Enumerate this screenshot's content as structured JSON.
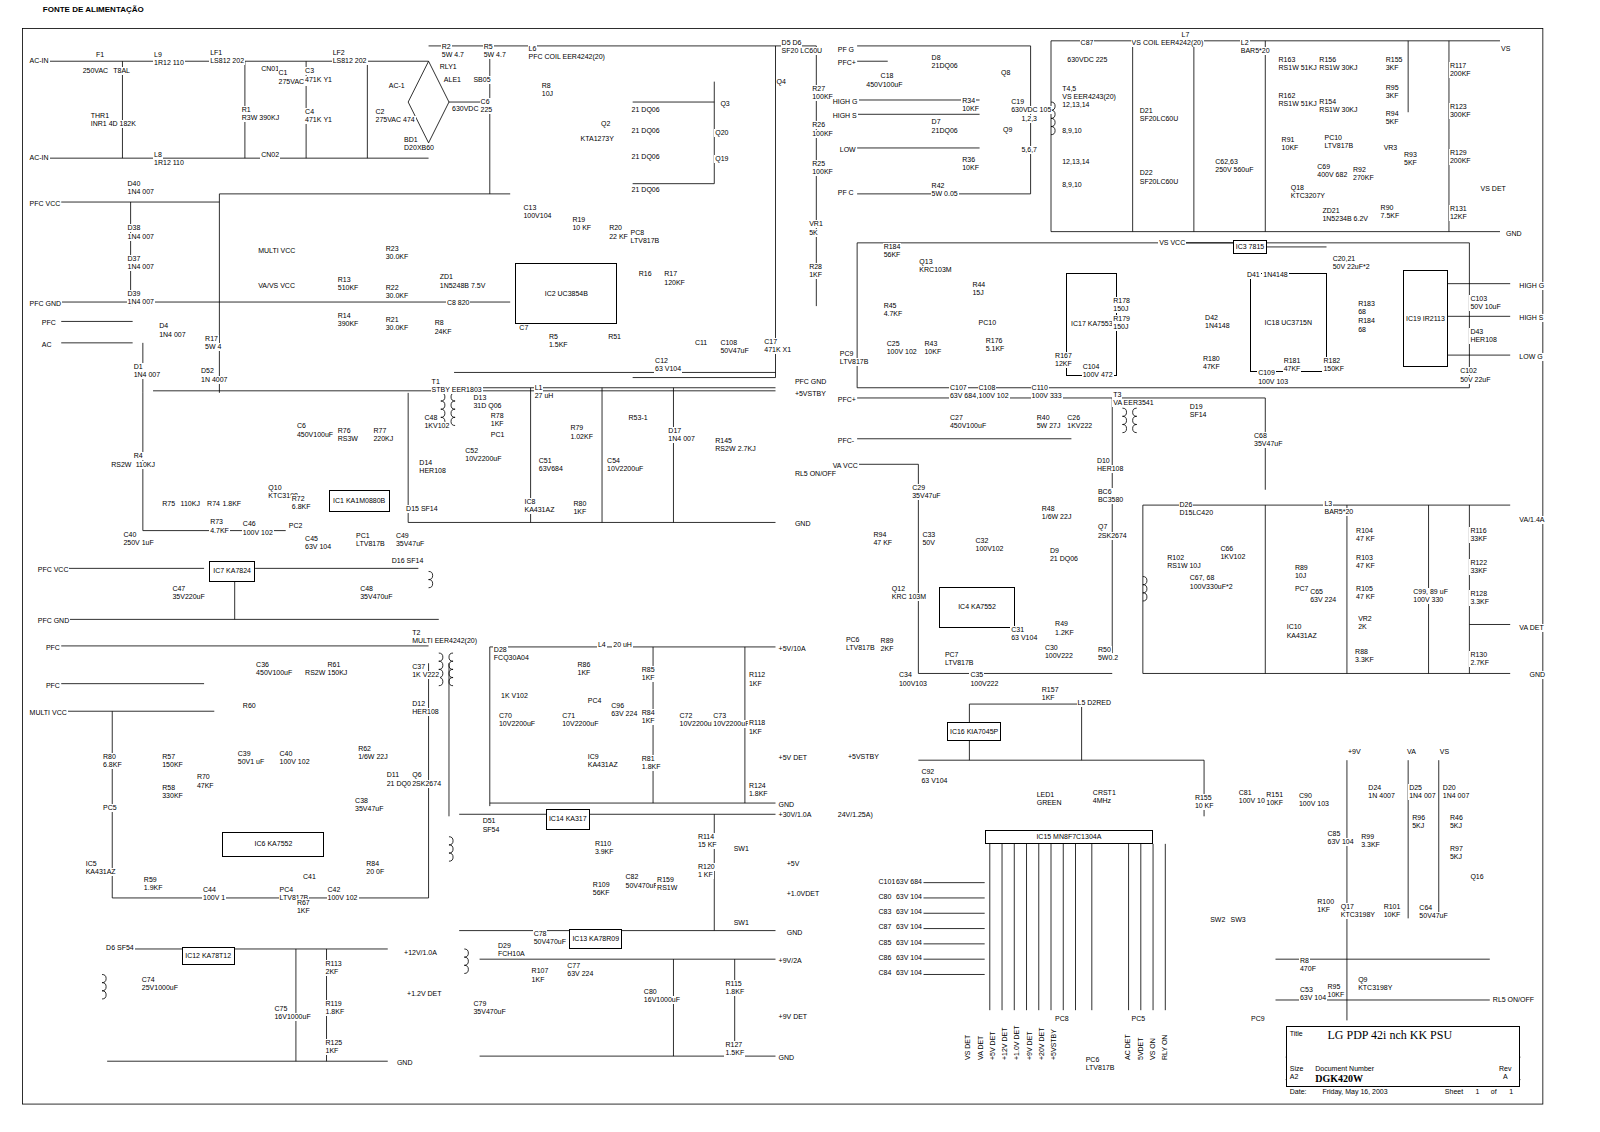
{
  "diagram": {
    "title": "FONTE DE ALIMENTAÇÃO",
    "nodes": [
      {
        "text": [
          "IC2 UC3854B"
        ]
      },
      {
        "text": [
          "IC1 KA1M0880B"
        ]
      },
      {
        "text": [
          "IC7 KA7824"
        ]
      },
      {
        "text": [
          "IC6 KA7552"
        ]
      },
      {
        "text": [
          "IC14 KA317"
        ]
      },
      {
        "text": [
          "IC13 KA78R09"
        ]
      },
      {
        "text": [
          "IC12 KA78T12"
        ]
      },
      {
        "text": [
          "IC17 KA7553"
        ]
      },
      {
        "text": [
          "IC18 UC3715N"
        ]
      },
      {
        "text": [
          "IC19 IR2113"
        ]
      },
      {
        "text": [
          "IC4 KA7552"
        ]
      },
      {
        "text": [
          "IC16 KIA7045P"
        ]
      },
      {
        "text": [
          "IC15 MN8F7C1304A"
        ]
      },
      {
        "text": [
          "IC3 7815"
        ]
      },
      {
        "text": [
          "Title",
          "LG PDP 42i  nch KK PSU",
          "Size",
          "A2",
          "Document Number",
          "DGK420W",
          "Rev",
          "A",
          "Date:",
          "Friday, May 16, 2003",
          "Sheet",
          "1",
          "of",
          "1"
        ]
      }
    ],
    "labels": [
      "AC-IN",
      "AC-IN",
      "F1",
      "250VAC",
      "T8AL",
      "L9",
      "1R12 110",
      "LF1",
      "LS812 202",
      "CN01",
      "CN02",
      "C1",
      "275VAC 474",
      "C3",
      "471K",
      "C4",
      "471K",
      "Y1",
      "Y1",
      "R1",
      "R3W 390KJ",
      "LF2",
      "LS812 202",
      "C2",
      "275VAC 474",
      "AC-1",
      "BD1",
      "D20XB60",
      "THR1",
      "INR1 4D 182K",
      "L8",
      "1R12 110",
      "R2",
      "5W 4.7",
      "R5",
      "5W 4.7",
      "RLY1",
      "ALE1",
      "SB05",
      "630VDC",
      "C6",
      "225",
      "L6",
      "PFC COIL EER4242(20)",
      "D5 D6",
      "SF20 LC60U",
      "R8",
      "10J",
      "Q2",
      "KTA1273Y",
      "21 DQ06",
      "21 DQ06",
      "21 DQ06",
      "21 DQ06",
      "Q4",
      "Q3",
      "Q20",
      "Q19",
      "R27",
      "100KF",
      "R26",
      "100KF",
      "R25",
      "100KF",
      "VR1",
      "5K",
      "R28",
      "1KF",
      "C17",
      "471K X1",
      "C11",
      "C108",
      "50V47uF",
      "C13",
      "100V104",
      "R19",
      "10 KF",
      "R20",
      "22 KF",
      "PC8",
      "LTV817B",
      "R16",
      "R17",
      "120KF",
      "C7",
      "R5",
      "1.5KF",
      "R51",
      "C12",
      "63 V104",
      "ZD1",
      "1N5248B 7.5V",
      "C8 820",
      "R8",
      "24KF",
      "R23",
      "30.0KF",
      "R22",
      "30.0KF",
      "R21",
      "30.0KF",
      "R13",
      "510KF",
      "R14",
      "390KF",
      "R17",
      "5W 4",
      "D52",
      "1N 4007",
      "D1",
      "1N4 007",
      "R4",
      "RS2W",
      "110KJ",
      "D40",
      "1N4 007",
      "D38",
      "1N4 007",
      "D37",
      "1N4 007",
      "D39",
      "1N4 007",
      "D4",
      "1N4 007",
      "PFC VCC",
      "MULTI VCC",
      "VA/VS VCC",
      "PFC GND",
      "PFC",
      "AC",
      "T1",
      "STBY EER1803",
      "C6",
      "450V100uF",
      "R76",
      "RS3W",
      "R77",
      "220KJ",
      "C48",
      "1KV102",
      "D14",
      "HER108",
      "Q10",
      "KTC3198",
      "R72",
      "6.8KF",
      "R75",
      "110KJ",
      "R74",
      "1.8KF",
      "R73",
      "4.7KF",
      "C46",
      "100V 102",
      "C45",
      "63V 104",
      "PC2",
      "PC1",
      "LTV817B",
      "C49",
      "35V47uF",
      "D15 SF14",
      "D16 SF14",
      "C48",
      "35V470uF",
      "C47",
      "35V220uF",
      "C40",
      "250V 1uF",
      "PFC VCC",
      "PFC GND",
      "D13",
      "31D Q06",
      "R78",
      "1KF",
      "L1",
      "27 uH",
      "C52",
      "10V2200uF",
      "C51",
      "63V684",
      "PC1",
      "IC8",
      "KA431AZ",
      "R79",
      "1.02KF",
      "R80",
      "1KF",
      "C54",
      "10V2200uF",
      "R53-1",
      "D17",
      "1N4 007",
      "R145",
      "RS2W",
      "2.7KJ",
      "PFC GND",
      "+5VSTBY",
      "RL5 ON/OFF",
      "GND",
      "PFC",
      "PFC",
      "MULTI VCC",
      "T2",
      "MULTI EER4242(20)",
      "C36",
      "450V100uF",
      "R61",
      "RS2W",
      "150KJ",
      "C37",
      "1K V222",
      "D12",
      "HER108",
      "R60",
      "R57",
      "150KF",
      "R58",
      "330KF",
      "R80",
      "6.8KF",
      "R70",
      "47KF",
      "PC5",
      "IC5",
      "KA431AZ",
      "C39",
      "50V1 uF",
      "C40",
      "100V 102",
      "R62",
      "1/6W 22J",
      "D11",
      "21 DQ06",
      "Q6",
      "2SK2674",
      "C38",
      "35V47uF",
      "C44",
      "100V 1",
      "R59",
      "1.9KF",
      "R84",
      "20 0F",
      "C41",
      "C42",
      "100V 102",
      "PC4",
      "LTV817B",
      "R67",
      "1KF",
      "D28",
      "FCQ30A04",
      "1K V102",
      "L4",
      "20 uH",
      "R86",
      "1KF",
      "C70",
      "10V2200uF",
      "C71",
      "10V2200uF",
      "PC4",
      "C96",
      "63V 224",
      "IC9",
      "KA431AZ",
      "R85",
      "1KF",
      "R84",
      "1KF",
      "R81",
      "1.8KF",
      "C72",
      "10V2200uF",
      "C73",
      "10V2200uF",
      "R112",
      "1KF",
      "R118",
      "1KF",
      "R124",
      "1.8KF",
      "+5V/10A",
      "+5V DET",
      "GND",
      "D51",
      "SF54",
      "R110",
      "3.9KF",
      "R109",
      "56KF",
      "C82",
      "50V470uF",
      "R159",
      "RS1W",
      "R114",
      "15 KF",
      "R120",
      "1 KF",
      "SW1",
      "SW1",
      "+30V/1.0A",
      "24V/1.25A)",
      "+5V",
      "+1.0VDET",
      "GND",
      "+9V/2A",
      "D29",
      "FCH10A",
      "C78",
      "50V470uF",
      "R107",
      "1KF",
      "C77",
      "63V 224",
      "C79",
      "35V470uF",
      "C80",
      "16V1000uF",
      "R115",
      "1.8KF",
      "R127",
      "1.5KF",
      "+9V DET",
      "GND",
      "D6 SF54",
      "C74",
      "25V1000uF",
      "C75",
      "16V1000uF",
      "R113",
      "2KF",
      "R119",
      "1.8KF",
      "R125",
      "1KF",
      "+12V/1.0A",
      "+1.2V DET",
      "GND",
      "C87",
      "630VDC 225",
      "L7",
      "VS COIL EER4242(20)",
      "L2",
      "BAR5*20",
      "T4,5",
      "VS EER4243(20)",
      "12,13,14",
      "8,9,10",
      "12,13,14",
      "8,9,10",
      "D21",
      "SF20LC60U",
      "D22",
      "SF20LC60U",
      "C62,63",
      "250V 560uF",
      "R163",
      "RS1W 51KJ",
      "R162",
      "RS1W 51KJ",
      "R156",
      "RS1W 30KJ",
      "R154",
      "RS1W 30KJ",
      "R155",
      "3KF",
      "R95",
      "3KF",
      "R94",
      "5KF",
      "VR3",
      "R93",
      "5KF",
      "R117",
      "200KF",
      "R123",
      "300KF",
      "R129",
      "200KF",
      "R131",
      "12KF",
      "PC10",
      "LTV817B",
      "R91",
      "10KF",
      "Q18",
      "KTC3207Y",
      "C69",
      "400V 682",
      "R92",
      "270KF",
      "ZD21",
      "1N5234B 6.2V",
      "R90",
      "7.5KF",
      "VS",
      "VS DET",
      "GND",
      "PF G",
      "PFC+",
      "HIGH G",
      "HIGH S",
      "LOW",
      "PF C",
      "C18",
      "450V100uF",
      "D8",
      "21DQ06",
      "Q8",
      "R34",
      "10KF",
      "D7",
      "21DQ06",
      "C19",
      "630VDC 105",
      "Q9",
      "1,2,3",
      "5,6,7",
      "R36",
      "10KF",
      "R42",
      "5W 0.05",
      "R184",
      "56KF",
      "R45",
      "4.7KF",
      "Q13",
      "KRC103M",
      "R44",
      "15J",
      "C25",
      "100V 102",
      "R43",
      "10KF",
      "PC10",
      "R176",
      "5.1KF",
      "R167",
      "12KF",
      "C104",
      "100V 472",
      "R178",
      "150J",
      "R179",
      "150J",
      "PC9",
      "LTV817B",
      "C107",
      "63V 684",
      "C108",
      "100V 102",
      "C110",
      "100V 333",
      "PFC+",
      "PFC-",
      "VA VCC",
      "C27",
      "450V100uF",
      "R40",
      "5W 27J",
      "C26",
      "1KV222",
      "T3",
      "VA EER3541",
      "D19",
      "SF14",
      "C68",
      "35V47uF",
      "D10",
      "HER108",
      "BC6",
      "BC3580",
      "C29",
      "35V47uF",
      "R48",
      "1/6W 22J",
      "D9",
      "21 DQ06",
      "Q7",
      "2SK2674",
      "R94",
      "47 KF",
      "C33",
      "50V",
      "C32",
      "100V102",
      "Q12",
      "KRC 103M",
      "R89",
      "2KF",
      "PC6",
      "LTV817B",
      "PC7",
      "LTV817B",
      "C31",
      "63 V104",
      "R49",
      "1.2KF",
      "C30",
      "100V222",
      "R50",
      "5W0.2",
      "C34",
      "100V103",
      "C35",
      "100V222",
      "D26",
      "D15LC420",
      "R102",
      "RS1W 10J",
      "C66",
      "1KV102",
      "C67, 68",
      "100V330uF*2",
      "L3",
      "BAR5*20",
      "R89",
      "10J",
      "PC7",
      "C65",
      "63V 224",
      "IC10",
      "KA431AZ",
      "R104",
      "47 KF",
      "R103",
      "47 KF",
      "R105",
      "47 KF",
      "VR2",
      "2K",
      "R88",
      "3.3KF",
      "C99, 89",
      "100V 330",
      "uF",
      "R116",
      "33KF",
      "R122",
      "33KF",
      "R128",
      "3.3KF",
      "R130",
      "2.7KF",
      "VA/1.4A",
      "VA DET",
      "GND",
      "VS VCC",
      "C20,21",
      "50V 22uF*2",
      "D41",
      "1N4148",
      "D42",
      "1N4148",
      "R183",
      "68",
      "R184",
      "68",
      "C103",
      "50V 10uF",
      "D43",
      "HER108",
      "C102",
      "50V 22uF",
      "HIGH G",
      "HIGH S",
      "LOW G",
      "R180",
      "47KF",
      "C109",
      "100V 103",
      "R181",
      "47KF",
      "R182",
      "150KF",
      "L5 D2RED",
      "R157",
      "1KF",
      "C92",
      "63 V104",
      "LED1",
      "GREEN",
      "CRST1",
      "4MHz",
      "C101",
      "63V 684",
      "C80",
      "63V 104",
      "C83",
      "63V 104",
      "C87",
      "63V 104",
      "C85",
      "63V 104",
      "C86",
      "63V 104",
      "C84",
      "63V 104",
      "+5VSTBY",
      "R155",
      "10 KF",
      "C81",
      "100V 103",
      "R151",
      "10KF",
      "C90",
      "100V 103",
      "+9V",
      "VA",
      "VS",
      "D24",
      "1N 4007",
      "D25",
      "1N4 007",
      "D20",
      "1N4 007",
      "R96",
      "5KJ",
      "R46",
      "5KJ",
      "R97",
      "5KJ",
      "R99",
      "3.3KF",
      "C85",
      "63V 104",
      "Q16",
      "R100",
      "1KF",
      "Q17",
      "KTC3198Y",
      "R101",
      "10KF",
      "C64",
      "50V47uF",
      "R8",
      "470F",
      "C53",
      "63V 104",
      "R95",
      "10KF",
      "Q9",
      "KTC3198Y",
      "RL5 ON/OFF",
      "PC8",
      "PC6",
      "LTV817B",
      "PC5",
      "PC9",
      "SW2",
      "SW3",
      "VS DET",
      "VA DET",
      "+5V DET",
      "+12V DET",
      "+1.0V DET",
      "+9V DET",
      "+20V DET",
      "+5VSTBY",
      "AC DET",
      "5VDET",
      "VS ON",
      "RLY ON"
    ]
  }
}
